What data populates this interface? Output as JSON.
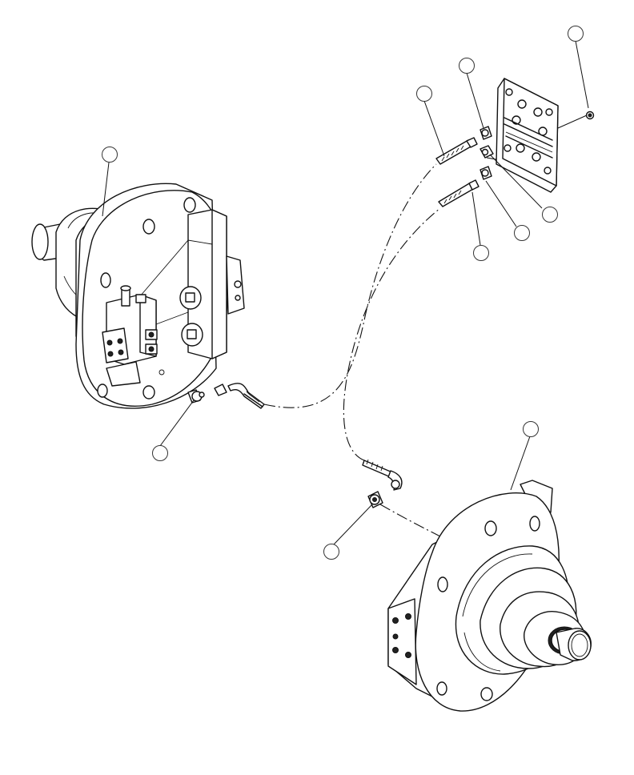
{
  "figure": {
    "type": "exploded-parts-diagram",
    "callouts": [
      {
        "id": "callout-1",
        "label": ""
      },
      {
        "id": "callout-2",
        "label": ""
      },
      {
        "id": "callout-3",
        "label": ""
      },
      {
        "id": "callout-4",
        "label": ""
      },
      {
        "id": "callout-5",
        "label": ""
      },
      {
        "id": "callout-6",
        "label": ""
      },
      {
        "id": "callout-7",
        "label": ""
      },
      {
        "id": "callout-8",
        "label": ""
      },
      {
        "id": "callout-9",
        "label": ""
      },
      {
        "id": "callout-10",
        "label": ""
      },
      {
        "id": "callout-11",
        "label": ""
      }
    ],
    "parts": [
      "left-wheel-motor",
      "right-wheel-motor",
      "valve-plate",
      "hydraulic-hose-upper",
      "hydraulic-hose-lower",
      "elbow-fittings",
      "hose-fittings",
      "plate-nut"
    ]
  }
}
